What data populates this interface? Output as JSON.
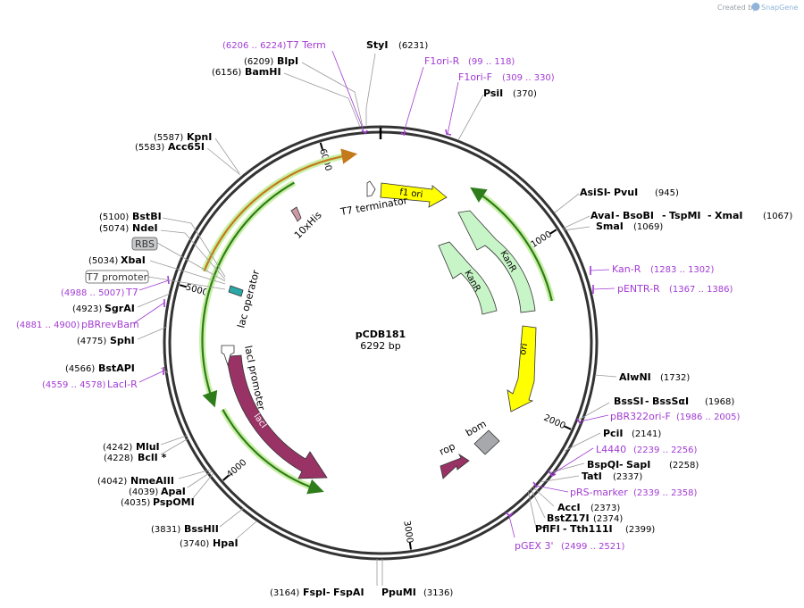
{
  "app": {
    "credit_prefix": "Created by",
    "credit_brand": "SnapGene",
    "brand_icon": "snapgene-logo-icon"
  },
  "plasmid": {
    "name": "pCDB181",
    "length_label": "6292 bp",
    "total_bp": 6292
  },
  "ticks": [
    {
      "bp": 1000,
      "label": "1000"
    },
    {
      "bp": 2000,
      "label": "2000"
    },
    {
      "bp": 3000,
      "label": "3000"
    },
    {
      "bp": 4000,
      "label": "4000"
    },
    {
      "bp": 5000,
      "label": "5000"
    },
    {
      "bp": 6000,
      "label": "6000"
    }
  ],
  "sites": [
    {
      "parts": [
        "StyI"
      ],
      "pos": "(6231)"
    },
    {
      "parts": [
        "BlpI"
      ],
      "pos": "(6209)"
    },
    {
      "parts": [
        "BamHI"
      ],
      "pos": "(6156)"
    },
    {
      "parts": [
        "PsiI"
      ],
      "pos": "(370)"
    },
    {
      "parts": [
        "AsiSI",
        "PvuI"
      ],
      "pos": "(945)"
    },
    {
      "parts": [
        "AvaI",
        "BsoBI",
        "TspMI",
        "XmaI"
      ],
      "pos": "(1067)"
    },
    {
      "parts": [
        "SmaI"
      ],
      "pos": "(1069)"
    },
    {
      "parts": [
        "AlwNI"
      ],
      "pos": "(1732)"
    },
    {
      "parts": [
        "BssSI",
        "BssSαI"
      ],
      "pos": "(1968)"
    },
    {
      "parts": [
        "PciI"
      ],
      "pos": "(2141)"
    },
    {
      "parts": [
        "BspQI",
        "SapI"
      ],
      "pos": "(2258)"
    },
    {
      "parts": [
        "TatI"
      ],
      "pos": "(2337)"
    },
    {
      "parts": [
        "AccI"
      ],
      "pos": "(2373)"
    },
    {
      "parts": [
        "BstZ17I"
      ],
      "pos": "(2374)"
    },
    {
      "parts": [
        "PflFI",
        "Tth111I"
      ],
      "pos": "(2399)"
    },
    {
      "parts": [
        "FspI",
        "FspAI"
      ],
      "pos": "(3164)"
    },
    {
      "parts": [
        "PpuMI"
      ],
      "pos": "(3136)"
    },
    {
      "parts": [
        "HpaI"
      ],
      "pos": "(3740)"
    },
    {
      "parts": [
        "BssHII"
      ],
      "pos": "(3831)"
    },
    {
      "parts": [
        "PspOMI"
      ],
      "pos": "(4035)"
    },
    {
      "parts": [
        "ApaI"
      ],
      "pos": "(4039)"
    },
    {
      "parts": [
        "NmeAIII"
      ],
      "pos": "(4042)"
    },
    {
      "parts": [
        "BclI *"
      ],
      "pos": "(4228)"
    },
    {
      "parts": [
        "MluI"
      ],
      "pos": "(4242)"
    },
    {
      "parts": [
        "BstAPI"
      ],
      "pos": "(4566)"
    },
    {
      "parts": [
        "SphI"
      ],
      "pos": "(4775)"
    },
    {
      "parts": [
        "SgrAI"
      ],
      "pos": "(4923)"
    },
    {
      "parts": [
        "XbaI"
      ],
      "pos": "(5034)"
    },
    {
      "parts": [
        "NdeI"
      ],
      "pos": "(5074)"
    },
    {
      "parts": [
        "BstBI"
      ],
      "pos": "(5100)"
    },
    {
      "parts": [
        "Acc65I"
      ],
      "pos": "(5583)"
    },
    {
      "parts": [
        "KpnI"
      ],
      "pos": "(5587)"
    }
  ],
  "primers": [
    {
      "name": "T7 Term",
      "range": "(6206 .. 6224)"
    },
    {
      "name": "F1ori-R",
      "range": "(99 .. 118)"
    },
    {
      "name": "F1ori-F",
      "range": "(309 .. 330)"
    },
    {
      "name": "Kan-R",
      "range": "(1283 .. 1302)"
    },
    {
      "name": "pENTR-R",
      "range": "(1367 .. 1386)"
    },
    {
      "name": "pBR322ori-F",
      "range": "(1986 .. 2005)"
    },
    {
      "name": "L4440",
      "range": "(2239 .. 2256)"
    },
    {
      "name": "pRS-marker",
      "range": "(2339 .. 2358)"
    },
    {
      "name": "pGEX 3'",
      "range": "(2499 .. 2521)"
    },
    {
      "name": "LacI-R",
      "range": "(4559 .. 4578)"
    },
    {
      "name": "pBRrevBam",
      "range": "(4881 .. 4900)"
    },
    {
      "name": "T7",
      "range": "(4988 .. 5007)"
    }
  ],
  "boxed_features": [
    {
      "name": "T7 promoter"
    },
    {
      "name": "RBS"
    }
  ],
  "features": [
    {
      "name": "f1 ori",
      "color": "#ffff00"
    },
    {
      "name": "KanR",
      "color": "#c8f5c8"
    },
    {
      "name": "KanR",
      "color": "#c8f5c8"
    },
    {
      "name": "ori",
      "color": "#ffff00"
    },
    {
      "name": "bom",
      "color": "#a6a8ab"
    },
    {
      "name": "rop",
      "color": "#993366"
    },
    {
      "name": "lacI",
      "color": "#993366"
    },
    {
      "name": "lacI promoter",
      "color": "#ffffff"
    },
    {
      "name": "lac operator",
      "color": "#2aa8a8"
    },
    {
      "name": "10xHis",
      "color": "#cc99a6"
    },
    {
      "name": "T7 terminator",
      "color": "#ffffff"
    }
  ],
  "colors": {
    "primer": "#a23bd3",
    "backbone": "#333333",
    "orf_green": "#2e7d1a",
    "orf_orange": "#c47a1a",
    "orf_glow": "#c9f0a6"
  }
}
